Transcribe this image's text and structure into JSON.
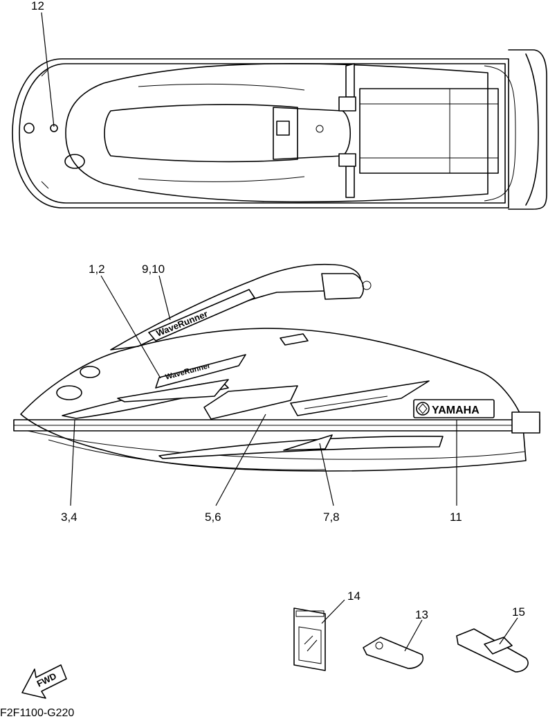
{
  "callouts": {
    "c12": "12",
    "c1_2": "1,2",
    "c9_10": "9,10",
    "c3_4": "3,4",
    "c5_6": "5,6",
    "c7_8": "7,8",
    "c11": "11",
    "c14": "14",
    "c13": "13",
    "c15": "15"
  },
  "decal_text": {
    "brand": "YAMAHA",
    "model": "WaveRunner"
  },
  "arrow_label": "FWD",
  "figure_code": "F2F1100-G220"
}
